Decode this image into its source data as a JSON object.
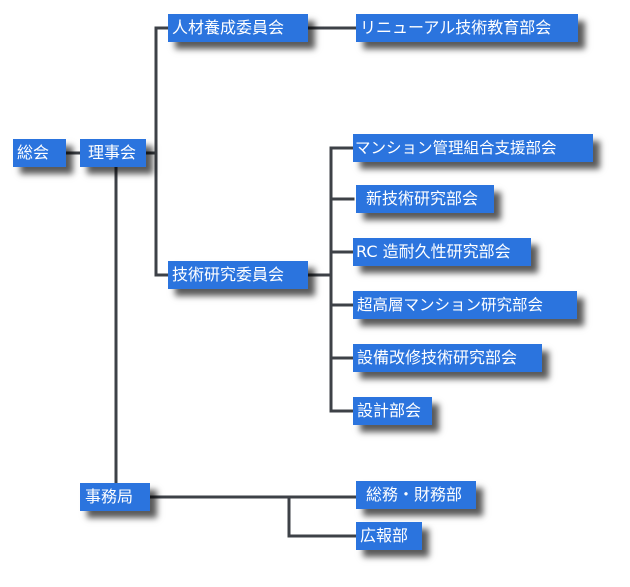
{
  "nodes": {
    "general_meeting": "総会",
    "board": "理事会",
    "hr_committee": "人材養成委員会",
    "renewal_dept": "リニューアル技術教育部会",
    "tech_committee": "技術研究委員会",
    "mansion_mgmt_dept": "マンション管理組合支援部会",
    "new_tech_dept": "新技術研究部会",
    "rc_durability_dept": "RC 造耐久性研究部会",
    "highrise_dept": "超高層マンション研究部会",
    "equipment_dept": "設備改修技術研究部会",
    "design_dept": "設計部会",
    "secretariat": "事務局",
    "general_finance_dept": "総務・財務部",
    "pr_dept": "広報部"
  },
  "colors": {
    "node_fill": "#2b74de",
    "node_text": "#ffffff",
    "connector": "#3d4147"
  }
}
